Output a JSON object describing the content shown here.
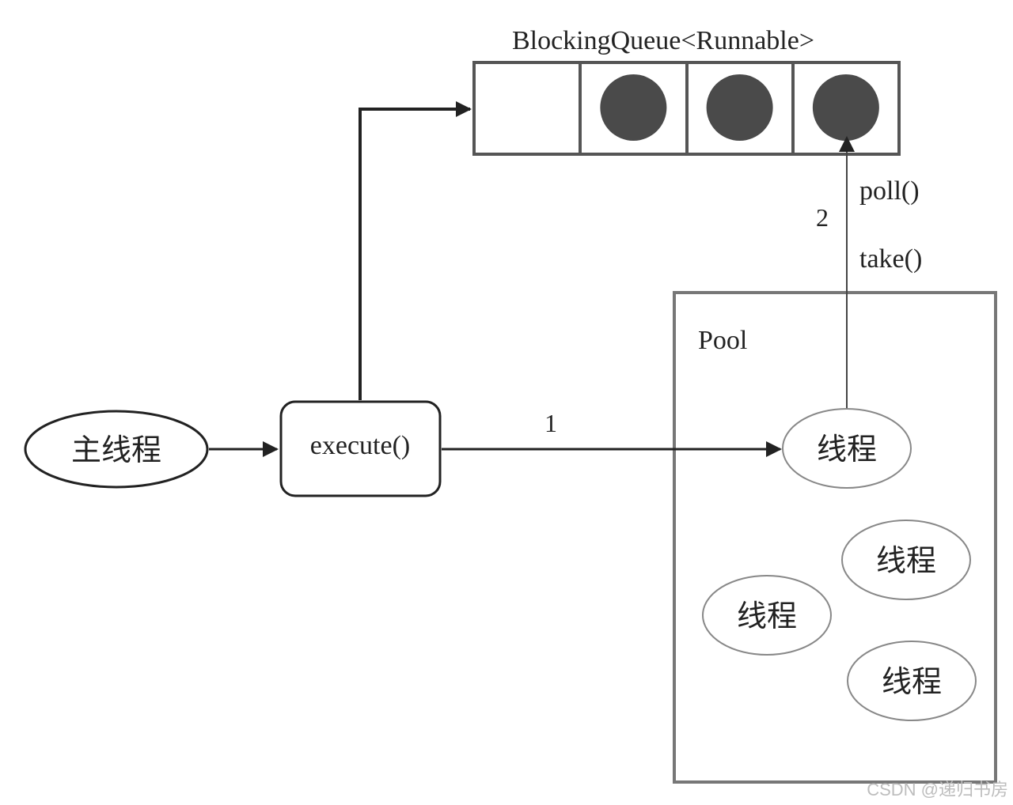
{
  "queue": {
    "label": "BlockingQueue<Runnable>",
    "slots": [
      {
        "filled": false
      },
      {
        "filled": true
      },
      {
        "filled": true
      },
      {
        "filled": true
      }
    ]
  },
  "main_thread": {
    "label": "主线程"
  },
  "execute": {
    "label": "execute()"
  },
  "pool": {
    "label": "Pool",
    "threads": [
      {
        "label": "线程"
      },
      {
        "label": "线程"
      },
      {
        "label": "线程"
      },
      {
        "label": "线程"
      }
    ]
  },
  "edges": {
    "to_pool_label": "1",
    "from_queue_label": "2",
    "poll_label": "poll()",
    "take_label": "take()"
  },
  "watermark": "CSDN @递归书房",
  "colors": {
    "stroke": "#222222",
    "box_stroke": "#555555",
    "pool_stroke": "#777777",
    "ellipse_stroke": "#888888",
    "dot_fill": "#4a4a4a",
    "watermark": "#bdbdbd"
  }
}
